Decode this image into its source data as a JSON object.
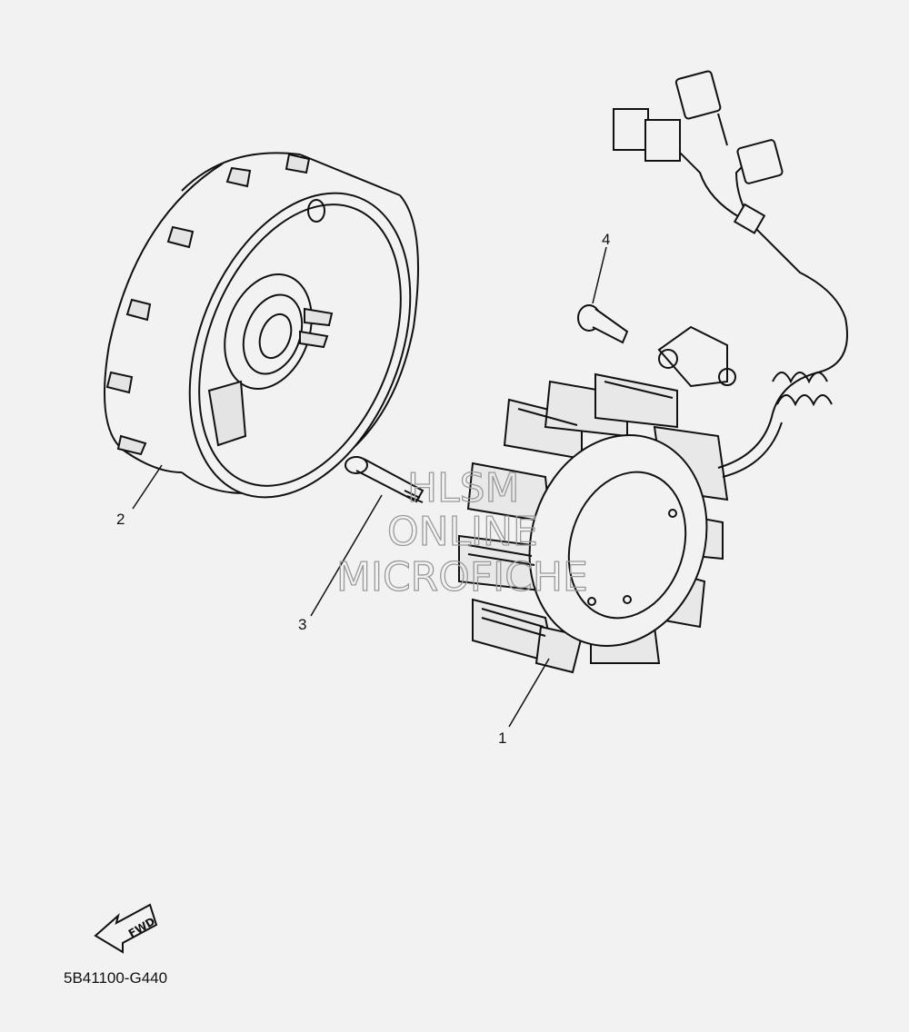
{
  "callouts": [
    {
      "id": 1,
      "label": "1"
    },
    {
      "id": 2,
      "label": "2"
    },
    {
      "id": 3,
      "label": "3"
    },
    {
      "id": 4,
      "label": "4"
    }
  ],
  "watermark": {
    "line1": "HLSM",
    "line2": "ONLINE",
    "line3": "MICROFICHE"
  },
  "fwd_label": "FWD",
  "diagram_code": "5B41100-G440",
  "colors": {
    "background": "#f2f2f2",
    "line": "#111111",
    "watermark": "#9a9a9a"
  }
}
